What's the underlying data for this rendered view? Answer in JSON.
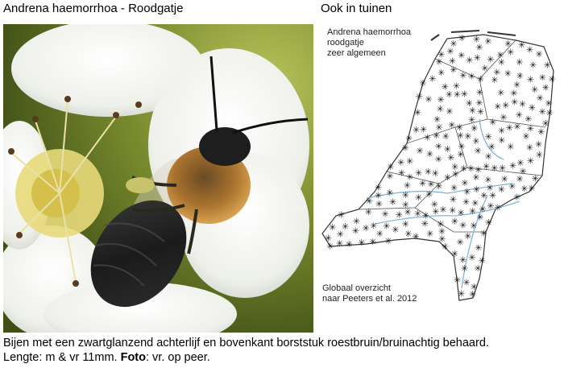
{
  "header": {
    "left_title": "Andrena haemorrhoa - Roodgatje",
    "right_title": "Ook in tuinen"
  },
  "map": {
    "legend_lines": [
      "Andrena haemorrhoa",
      "roodgatje",
      "zeer algemeen"
    ],
    "source_lines": [
      "Globaal overzicht",
      "naar Peeters et al. 2012"
    ],
    "marker_icon": "asterisk-icon",
    "river_color": "#7fb6d8"
  },
  "caption": {
    "line1": "Bijen met een zwartglanzend achterlijf en bovenkant borststuk roestbruin/bruinachtig behaard.",
    "line2_prefix": "Lengte: m & vr 11mm. ",
    "line2_bold": "Foto",
    "line2_suffix": ": vr. op peer."
  },
  "photo": {
    "subject": "bee-on-pear-blossom"
  }
}
